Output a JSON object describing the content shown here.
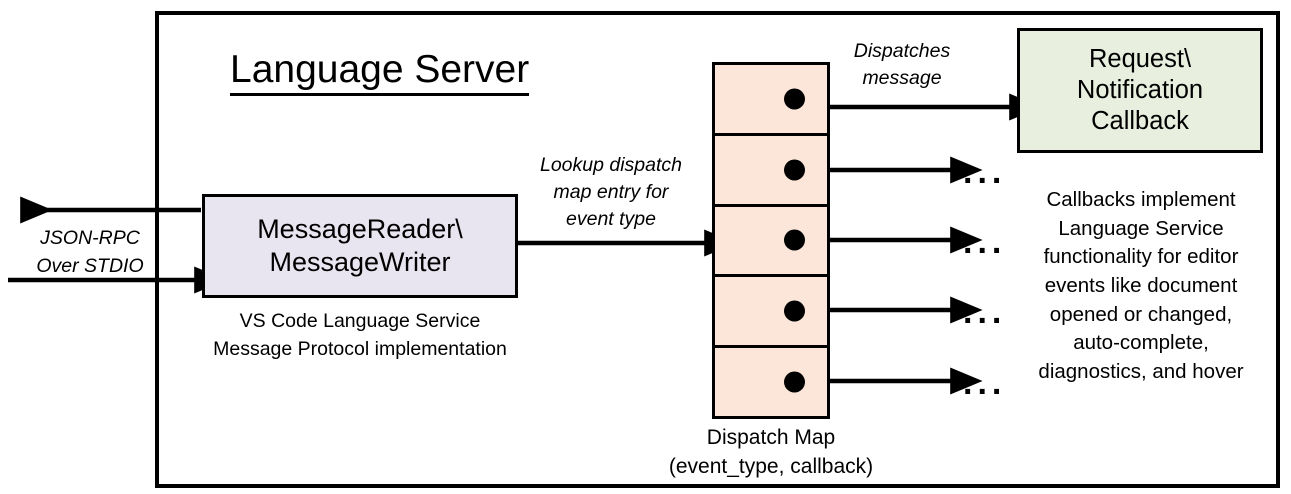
{
  "diagram": {
    "title": "Language Server",
    "frame_border_color": "#000000"
  },
  "left_channel": {
    "label_line1": "JSON-RPC",
    "label_line2": "Over STDIO",
    "outbound_arrow_name": "json-rpc-out-arrow",
    "inbound_arrow_name": "json-rpc-in-arrow"
  },
  "message_box": {
    "line1": "MessageReader\\",
    "line2": "MessageWriter",
    "fill": "#e9e5f0",
    "caption_line1": "VS Code Language Service",
    "caption_line2": "Message Protocol implementation"
  },
  "lookup_arrow": {
    "label_line1": "Lookup dispatch",
    "label_line2": "map entry for",
    "label_line3": "event type"
  },
  "dispatch_map": {
    "fill": "#fbe6d9",
    "rows": 5,
    "entries": [
      {
        "dot": "entry-dot",
        "out_label": ""
      },
      {
        "dot": "entry-dot",
        "out_label": "..."
      },
      {
        "dot": "entry-dot",
        "out_label": "..."
      },
      {
        "dot": "entry-dot",
        "out_label": "..."
      },
      {
        "dot": "entry-dot",
        "out_label": "..."
      }
    ],
    "caption_line1": "Dispatch Map",
    "caption_line2": "(event_type, callback)"
  },
  "dispatch_arrow": {
    "label_line1": "Dispatches",
    "label_line2": "message"
  },
  "callback_box": {
    "line1": "Request\\",
    "line2": "Notification",
    "line3": "Callback",
    "fill": "#e8efdf",
    "caption_line1": "Callbacks implement",
    "caption_line2": "Language Service",
    "caption_line3": "functionality for editor",
    "caption_line4": "events like document",
    "caption_line5": "opened or changed,",
    "caption_line6": "auto-complete,",
    "caption_line7": "diagnostics, and hover"
  }
}
